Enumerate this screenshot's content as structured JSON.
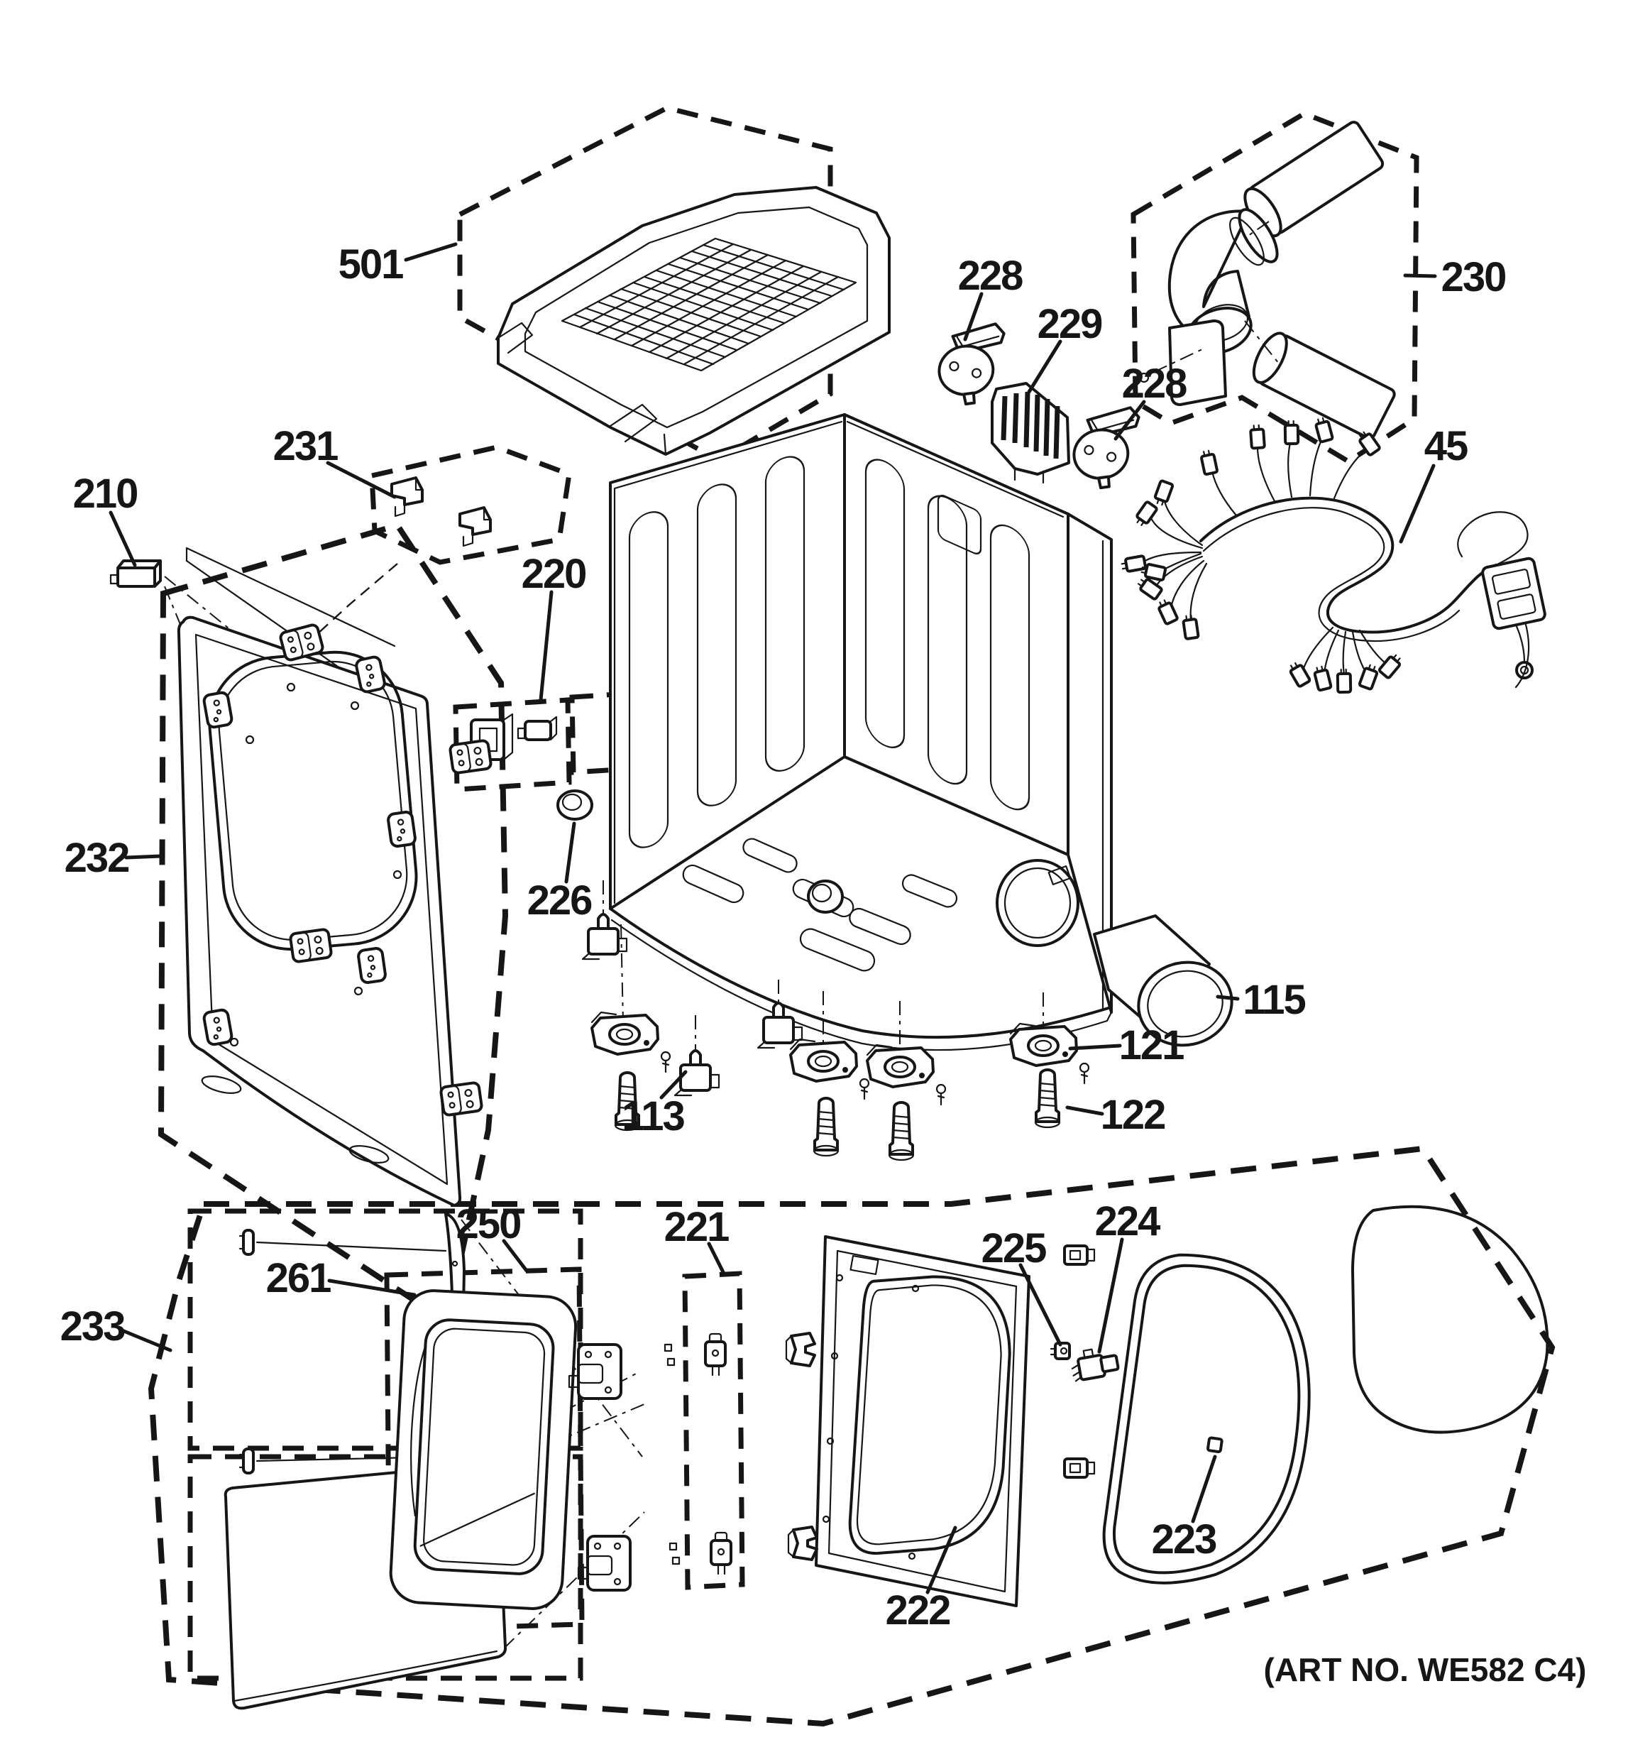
{
  "diagram": {
    "kind": "exploded-parts-diagram",
    "line_color": "#161616",
    "background_color": "#ffffff"
  },
  "callouts": [
    {
      "text": "501"
    },
    {
      "text": "230"
    },
    {
      "text": "228"
    },
    {
      "text": "229"
    },
    {
      "text": "228"
    },
    {
      "text": "45"
    },
    {
      "text": "210"
    },
    {
      "text": "231"
    },
    {
      "text": "220"
    },
    {
      "text": "232"
    },
    {
      "text": "226"
    },
    {
      "text": "115"
    },
    {
      "text": "121"
    },
    {
      "text": "122"
    },
    {
      "text": "113"
    },
    {
      "text": "233"
    },
    {
      "text": "261"
    },
    {
      "text": "250"
    },
    {
      "text": "221"
    },
    {
      "text": "225"
    },
    {
      "text": "224"
    },
    {
      "text": "223"
    },
    {
      "text": "222"
    }
  ],
  "footer": {
    "art_no": "(ART NO. WE582 C4)"
  }
}
